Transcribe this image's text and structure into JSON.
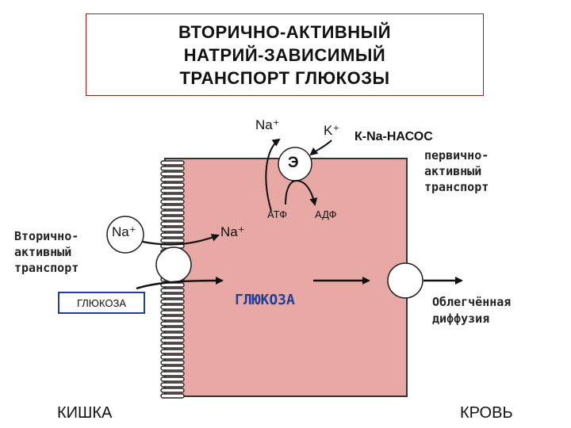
{
  "title": {
    "lines": [
      "ВТОРИЧНО-АКТИВНЫЙ",
      "НАТРИЙ-ЗАВИСИМЫЙ",
      "ТРАНСПОРТ ГЛЮКОЗЫ"
    ]
  },
  "pump": {
    "na_top": "Na⁺",
    "k_top": "K⁺",
    "name": "К-Na-НАСОС",
    "enzyme": "Э",
    "atp": "АТФ",
    "adp": "АДФ"
  },
  "primary": {
    "lines": [
      "первично-",
      "активный",
      "транспорт"
    ]
  },
  "secondary": {
    "lines": [
      "Вторично-",
      "активный",
      "транспорт"
    ],
    "na_out": "Na⁺",
    "na_in": "Na⁺"
  },
  "glucose": {
    "outside": "ГЛЮКОЗА",
    "inside": "ГЛЮКОЗА"
  },
  "facilitated": {
    "lines": [
      "Облегчённая",
      "диффузия"
    ]
  },
  "sides": {
    "left": "КИШКА",
    "right": "КРОВЬ"
  },
  "colors": {
    "cell_fill": "#e8a8a4",
    "cell_stroke": "#333333",
    "title_border": "#b01818",
    "glucose_box_border": "#1f3f9a"
  }
}
